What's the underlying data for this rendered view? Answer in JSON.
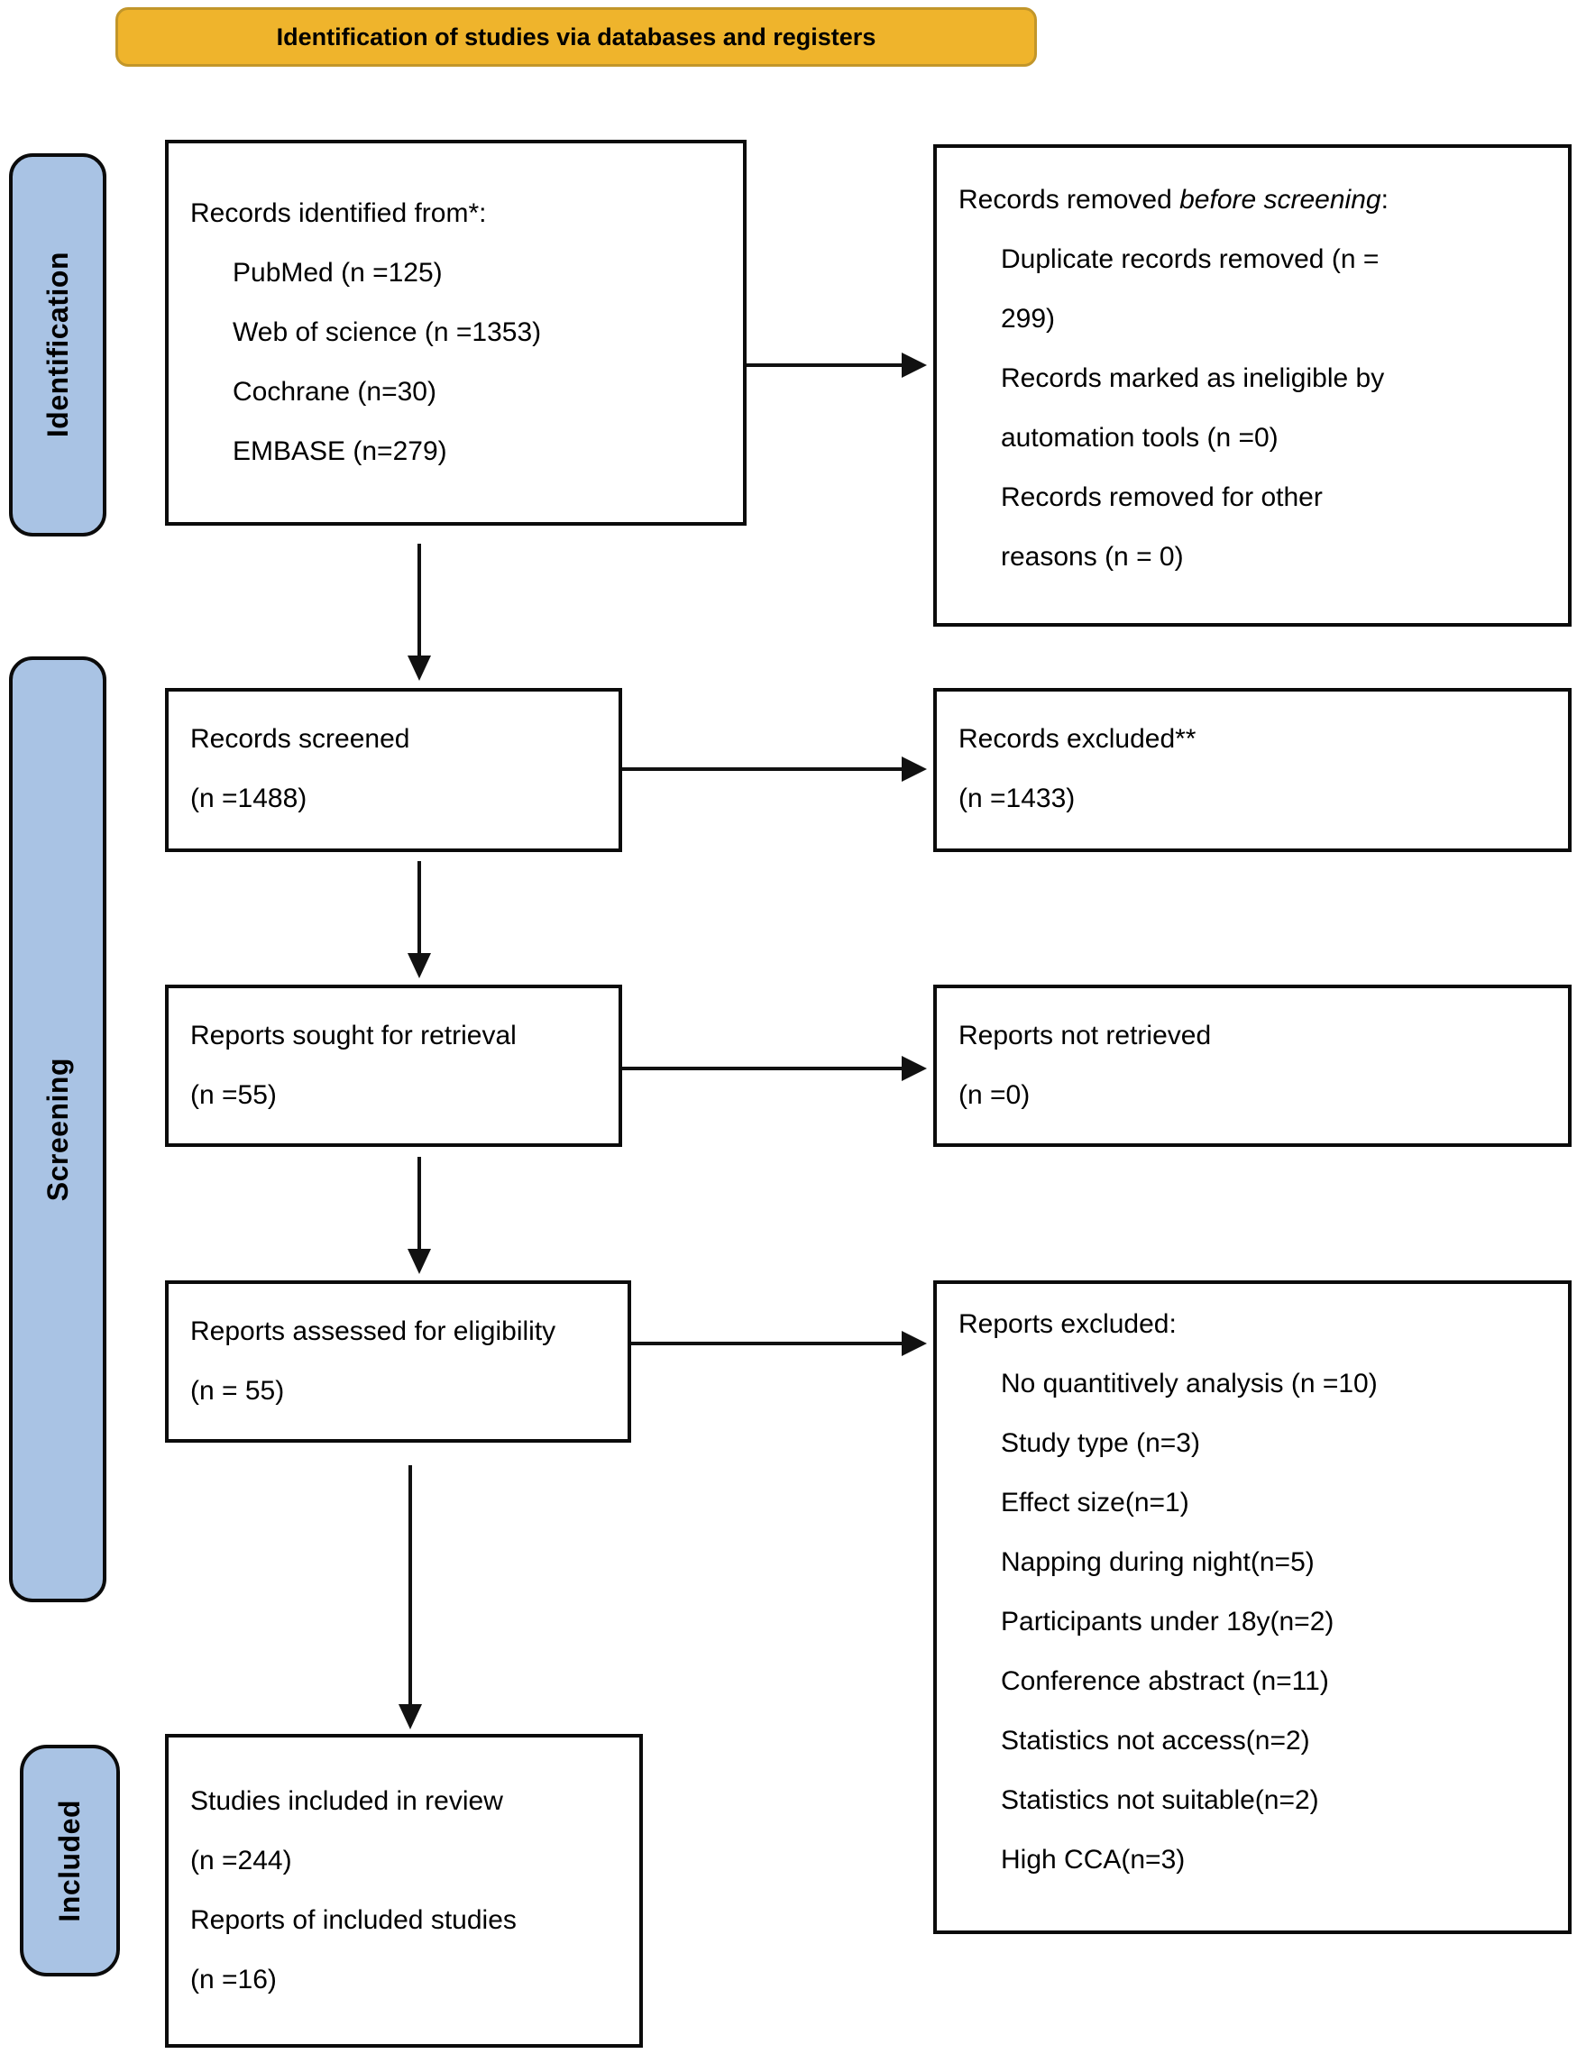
{
  "banner": {
    "title": "Identification of studies via databases and registers"
  },
  "stages": {
    "identification": "Identification",
    "screening": "Screening",
    "included": "Included"
  },
  "boxes": {
    "records_identified": {
      "title": "Records identified from*:",
      "items": [
        "PubMed (n =125)",
        "Web of science (n =1353)",
        "Cochrane (n=30)",
        "EMBASE (n=279)"
      ]
    },
    "records_removed": {
      "title_prefix": "Records removed ",
      "title_italic": "before screening",
      "title_suffix": ":",
      "items": [
        "Duplicate records removed (n =\n299)",
        "Records marked as ineligible by\nautomation tools (n =0)",
        "Records removed for other\nreasons (n = 0)"
      ]
    },
    "records_screened": {
      "line1": "Records screened",
      "line2": "(n =1488)"
    },
    "records_excluded": {
      "line1": "Records excluded**",
      "line2": "(n =1433)"
    },
    "reports_sought": {
      "line1": "Reports sought for retrieval",
      "line2": "(n =55)"
    },
    "reports_not_retrieved": {
      "line1": "Reports not retrieved",
      "line2": "(n =0)"
    },
    "reports_assessed": {
      "line1": "Reports assessed for eligibility",
      "line2": "(n = 55)"
    },
    "reports_excluded": {
      "title": "Reports excluded:",
      "items": [
        "No quantitively analysis (n =10)",
        "Study type (n=3)",
        "Effect size(n=1)",
        "Napping during night(n=5)",
        "Participants under 18y(n=2)",
        "Conference abstract (n=11)",
        "Statistics not access(n=2)",
        "Statistics not suitable(n=2)",
        "High CCA(n=3)"
      ]
    },
    "studies_included": {
      "line1": "Studies included in review",
      "line2": "(n =244)",
      "line3": "Reports of included studies",
      "line4": "(n =16)"
    }
  },
  "colors": {
    "banner_fill": "#EFB42C",
    "stage_fill": "#A9C3E4",
    "box_border": "#000000",
    "background": "#FFFFFF"
  }
}
